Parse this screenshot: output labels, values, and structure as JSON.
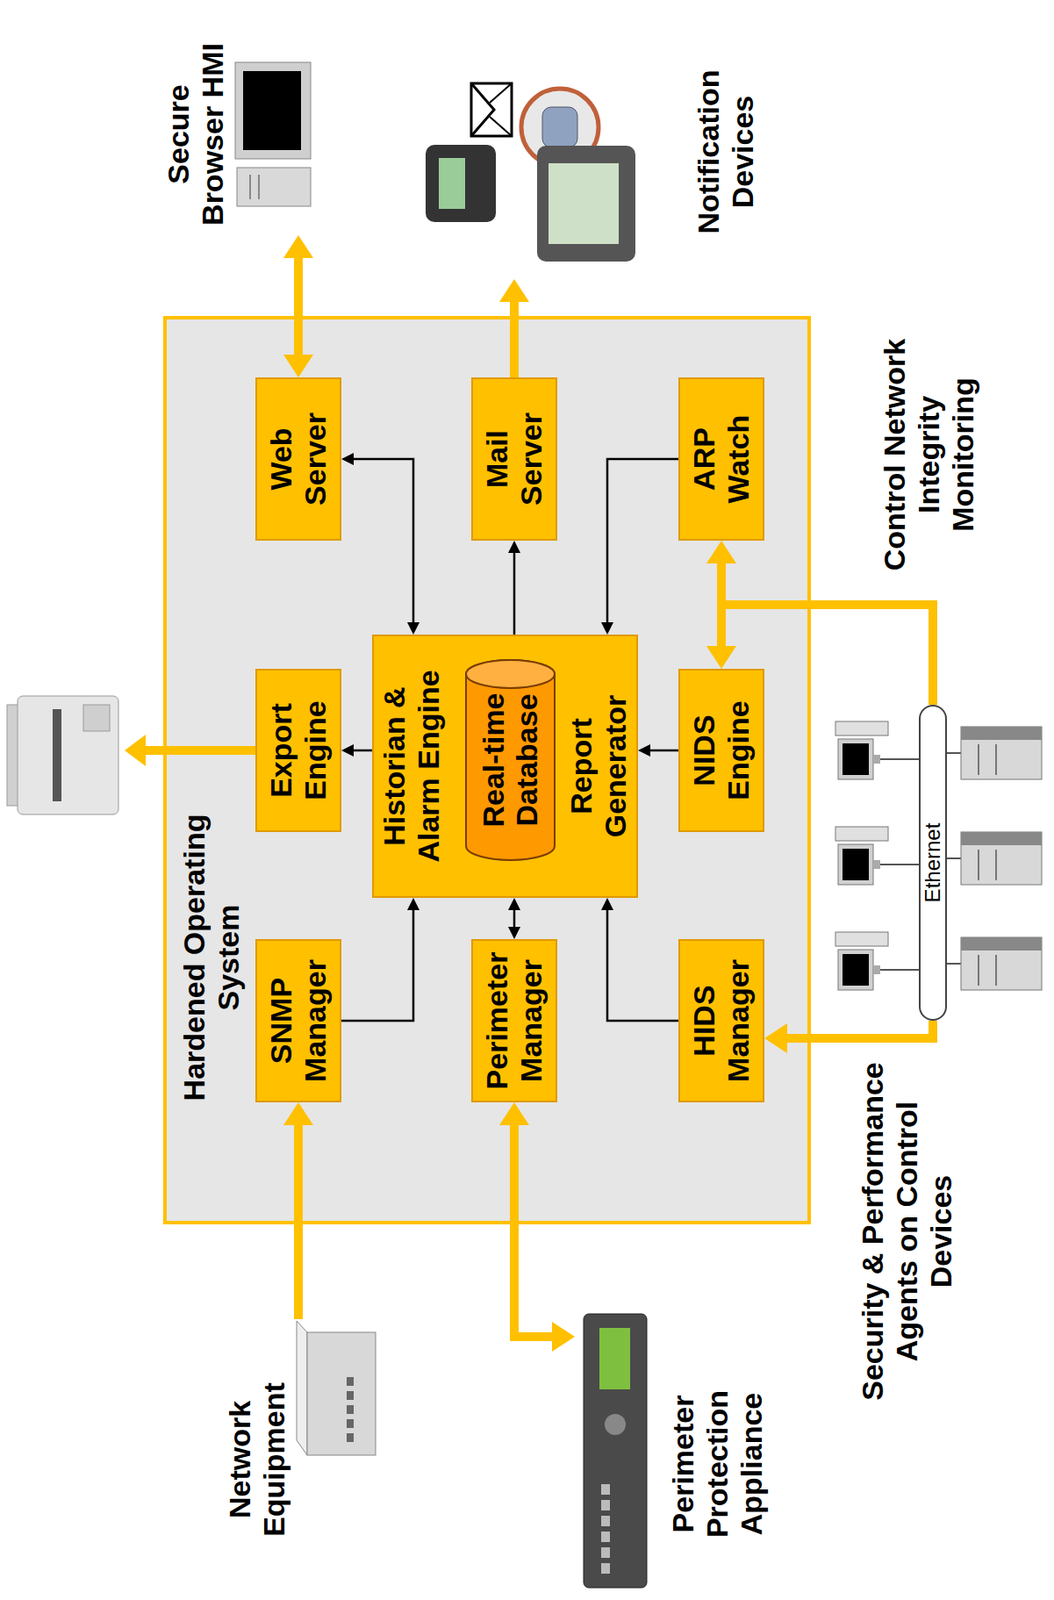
{
  "diagram": {
    "nodes": [
      {
        "text": [
          "Hardened Operating System"
        ]
      },
      {
        "text": [
          "Web Server"
        ],
        "in": 0
      },
      {
        "text": [
          "Export Engine"
        ],
        "in": 0
      },
      {
        "text": [
          "SNMP Manager"
        ],
        "in": 0
      },
      {
        "text": [
          "Mail Server"
        ],
        "in": 0
      },
      {
        "text": [
          "Historian & Alarm Engine",
          "Report Generator"
        ],
        "in": 0
      },
      {
        "text": [
          "Real-time Database"
        ],
        "in": 5
      },
      {
        "text": [
          "Perimeter Manager"
        ],
        "in": 0
      },
      {
        "text": [
          "ARP Watch"
        ],
        "in": 0
      },
      {
        "text": [
          "NIDS Engine"
        ],
        "in": 0
      },
      {
        "text": [
          "HIDS Manager"
        ],
        "in": 0
      },
      {
        "text": [
          "Secure Browser HMI"
        ]
      },
      {
        "text": [
          "Notification Devices"
        ]
      },
      {
        "text": [
          "Network Equipment"
        ]
      },
      {
        "text": [
          "Perimeter Protection Appliance"
        ]
      },
      {
        "text": [
          "Ethernet"
        ]
      }
    ],
    "edges": [
      {
        "from": 1,
        "to": 5,
        "arrow": "both"
      },
      {
        "from": 5,
        "to": 4,
        "arrow": "to"
      },
      {
        "from": 8,
        "to": 5,
        "arrow": "to"
      },
      {
        "from": 5,
        "to": 2,
        "arrow": "to"
      },
      {
        "from": 9,
        "to": 5,
        "arrow": "to"
      },
      {
        "from": 3,
        "to": 5,
        "arrow": "to"
      },
      {
        "from": 5,
        "to": 7,
        "arrow": "both"
      },
      {
        "from": 10,
        "to": 5,
        "arrow": "to"
      },
      {
        "from": 1,
        "to": 11,
        "arrow": "both"
      },
      {
        "from": 4,
        "to": 12,
        "arrow": "to"
      },
      {
        "from": 13,
        "to": 3,
        "arrow": "to"
      },
      {
        "from": 7,
        "to": 14,
        "arrow": "both"
      },
      {
        "from": 15,
        "to": 10,
        "arrow": "to"
      },
      {
        "from": 15,
        "to": 8,
        "arrow": "to"
      },
      {
        "from": 15,
        "to": 9,
        "arrow": "to"
      }
    ],
    "labels": [
      "Control Network Integrity Monitoring",
      "Security & Performance Agents on Control Devices"
    ]
  }
}
